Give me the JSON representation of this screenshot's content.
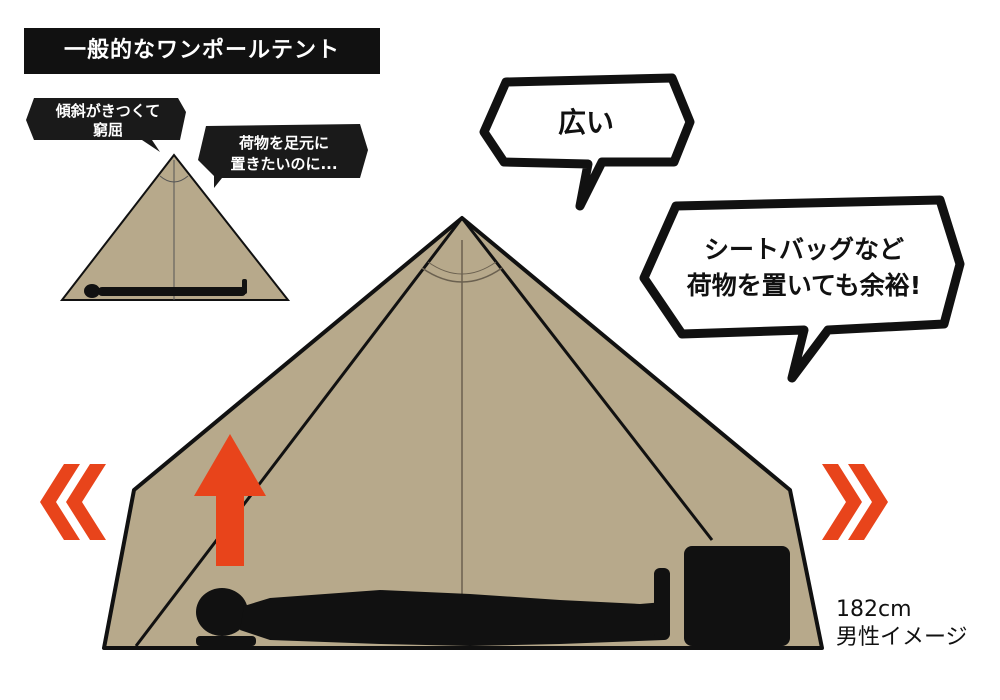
{
  "title": "一般的なワンポールテント",
  "small_tent": {
    "bubble_left_line1": "傾斜がきつくて",
    "bubble_left_line2": "窮屈",
    "bubble_right_line1": "荷物を足元に",
    "bubble_right_line2": "置きたいのに..."
  },
  "large_tent": {
    "bubble_top": "広い",
    "bubble_right_line1": "シートバッグなど",
    "bubble_right_line2": "荷物を置いても余裕!"
  },
  "size_label": {
    "height": "182cm",
    "person": "男性イメージ"
  },
  "colors": {
    "tent_fill": "#b7a98b",
    "outline": "#111111",
    "arrow_red": "#e8441b",
    "title_bg": "#111111"
  }
}
